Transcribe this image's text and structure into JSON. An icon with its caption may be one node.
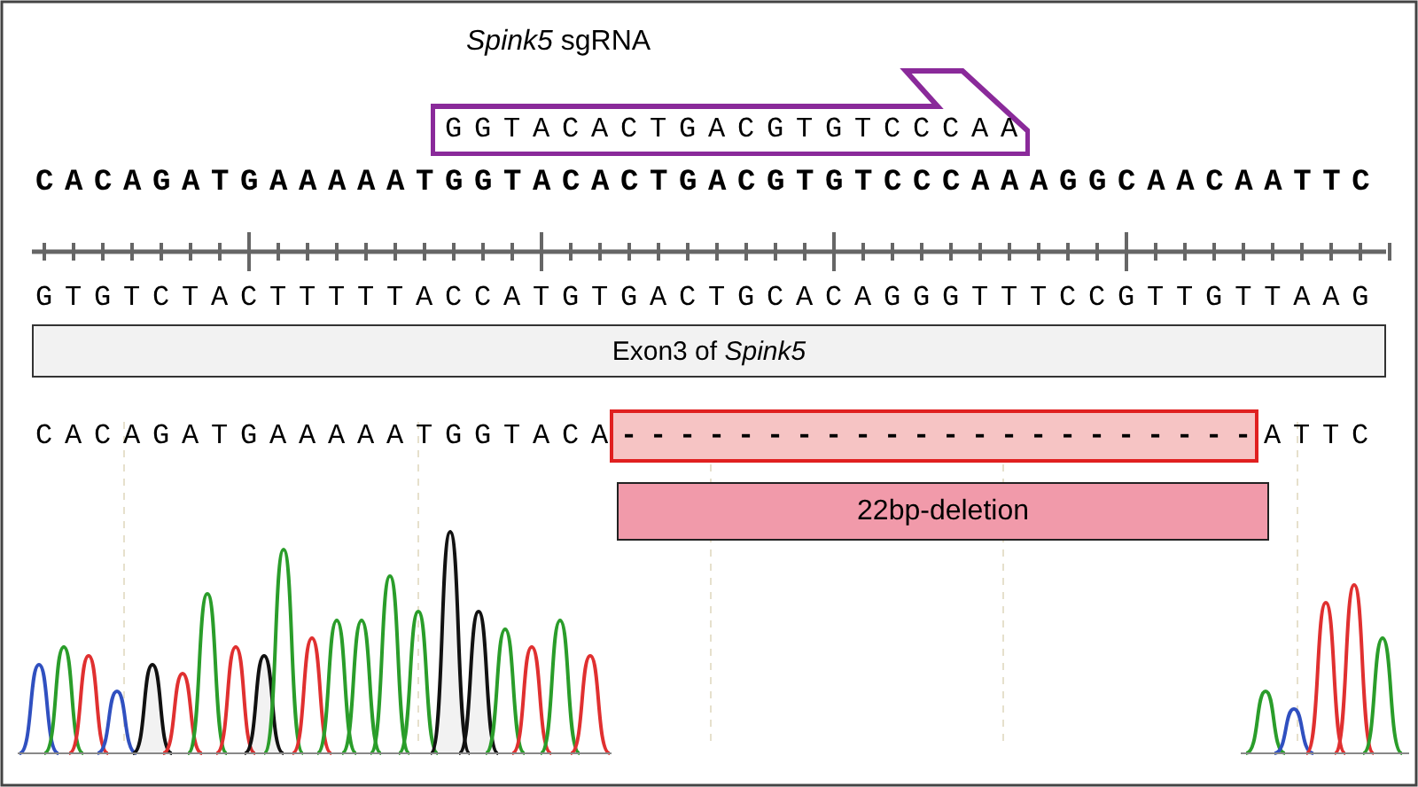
{
  "diagram": {
    "nodes": [
      {
        "text": [
          "*Spink5* sgRNA",
          "GGTACACTGACGTGTCCCAA"
        ]
      },
      {
        "text": [
          "Exon3 of *Spink5*"
        ]
      },
      {
        "text": [
          "----------------------"
        ]
      },
      {
        "text": [
          "22bp-deletion"
        ]
      }
    ],
    "labels": [
      "CACAGATGAAAAATGGTACACTGACGTGTCCCAAAGGCAACAATTC",
      "GTGTCTACTTTTTACCATGTGACTGCACAGGGTTTCCGTTGTTAAG",
      "CACAGATGAAAAATGGTACA",
      "ATTC"
    ]
  }
}
